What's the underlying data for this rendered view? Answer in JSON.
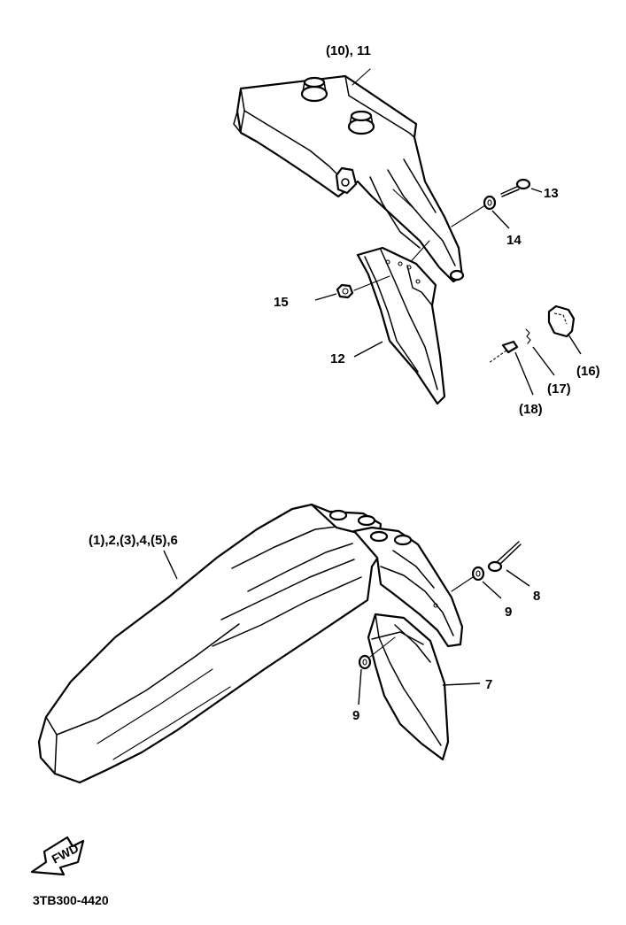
{
  "callouts": {
    "upper_stay": "(10), 11",
    "bolt_13": "13",
    "washer_14": "14",
    "nut_15": "15",
    "flap_12": "12",
    "label_16": "(16)",
    "screw_17": "(17)",
    "clip_18": "(18)",
    "front_fender": "(1),2,(3),4,(5),6",
    "bolt_8": "8",
    "washer_9_upper": "9",
    "flap_7": "7",
    "washer_9_lower": "9"
  },
  "fwd_arrow_label": "FWD",
  "diagram_code": "3TB300-4420"
}
